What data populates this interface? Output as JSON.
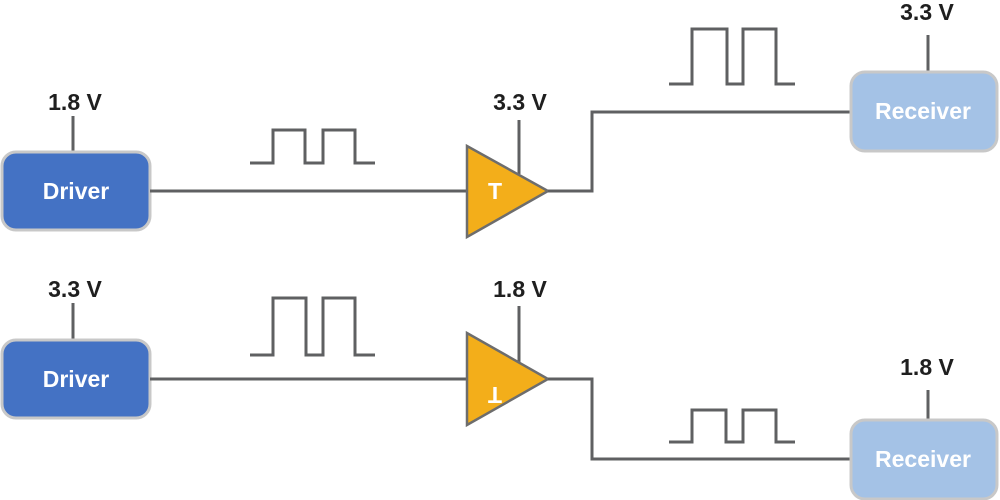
{
  "colors": {
    "driver_fill": "#4472c4",
    "receiver_fill": "#a4c2e6",
    "translator_fill": "#f3ae1a",
    "wire": "#5f6062",
    "box_border": "#c8c8c8"
  },
  "top": {
    "driver": {
      "label": "Driver",
      "voltage": "1.8 V"
    },
    "translator": {
      "label": "T",
      "voltage": "3.3 V"
    },
    "receiver": {
      "label": "Receiver",
      "voltage": "3.3 V"
    }
  },
  "bottom": {
    "driver": {
      "label": "Driver",
      "voltage": "3.3 V"
    },
    "translator": {
      "label": "T",
      "voltage": "1.8 V"
    },
    "receiver": {
      "label": "Receiver",
      "voltage": "1.8 V"
    }
  }
}
